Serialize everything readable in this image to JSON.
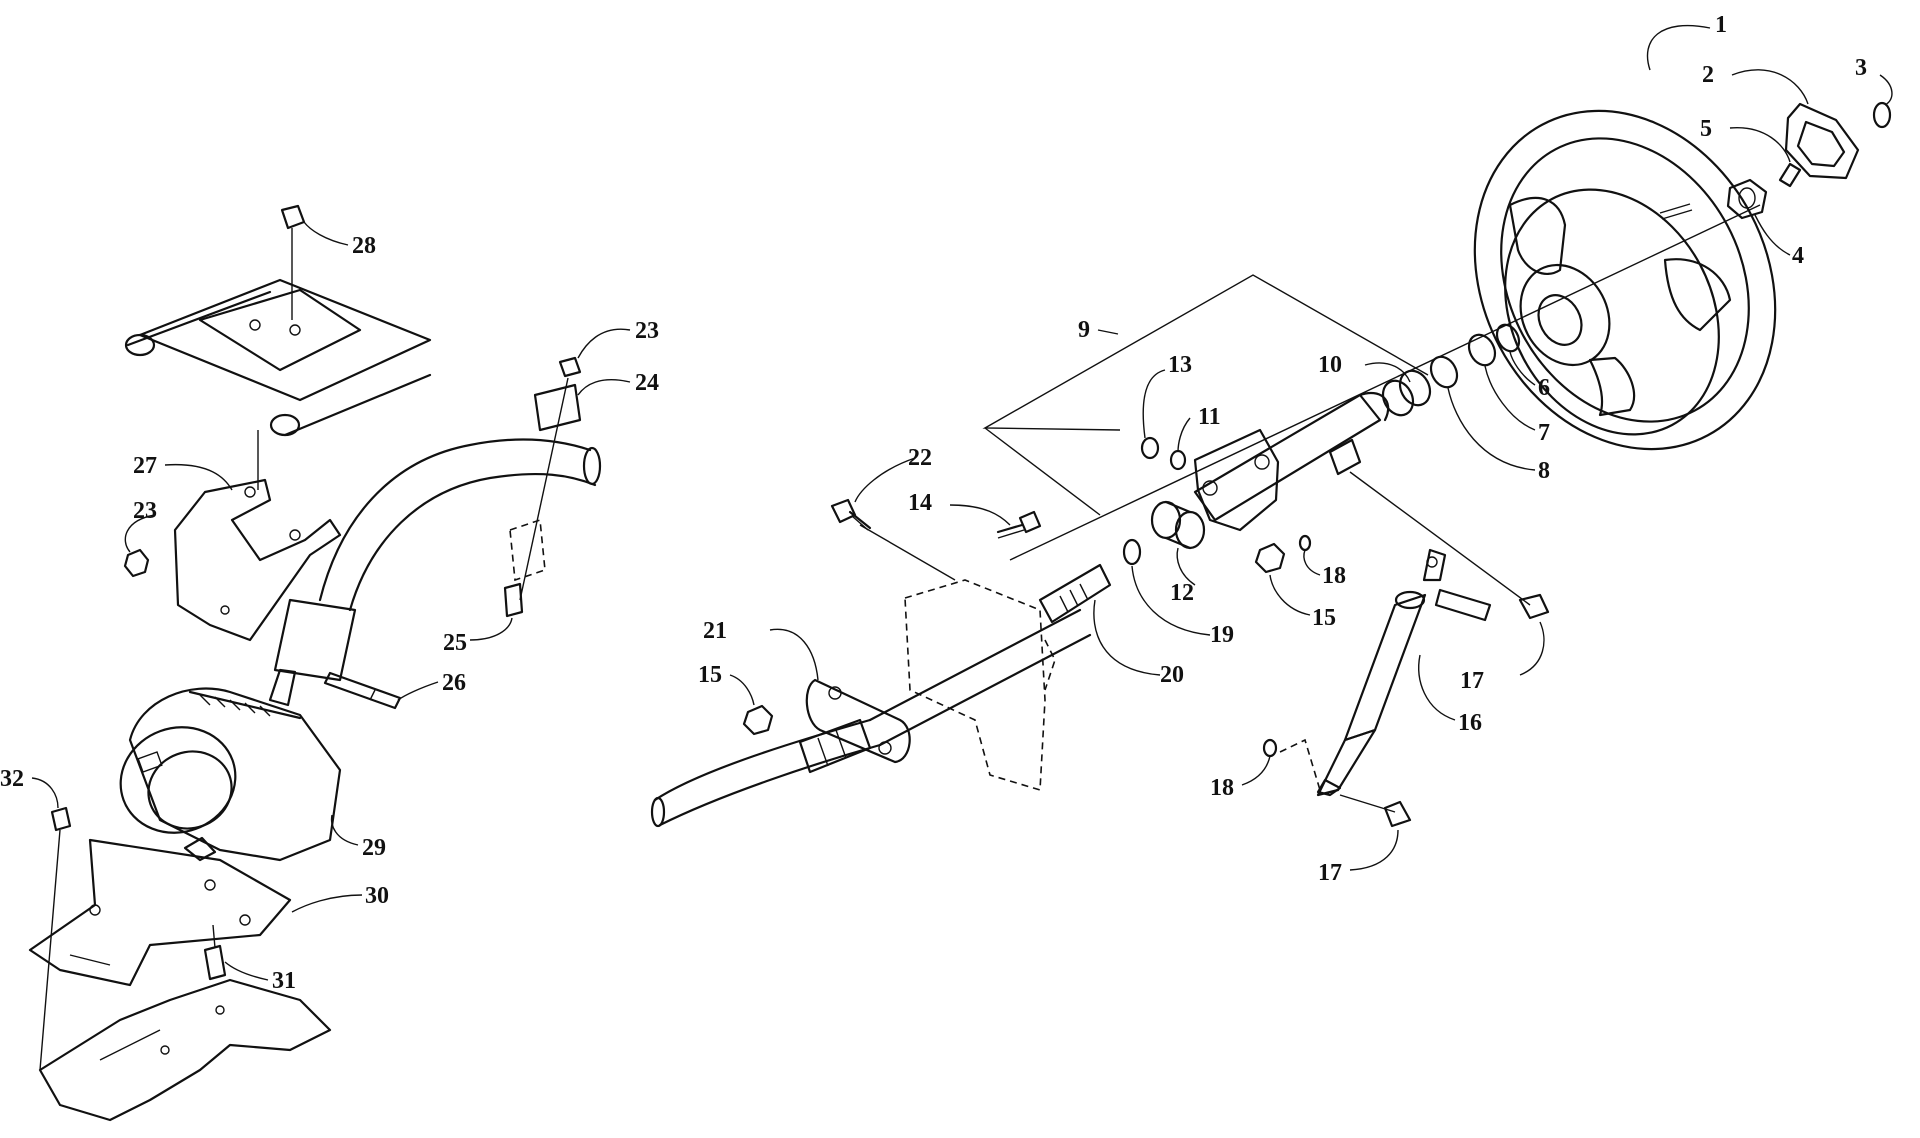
{
  "diagram": {
    "callouts": [
      {
        "id": "c1",
        "label": "1"
      },
      {
        "id": "c2",
        "label": "2"
      },
      {
        "id": "c3",
        "label": "3"
      },
      {
        "id": "c4",
        "label": "4"
      },
      {
        "id": "c5",
        "label": "5"
      },
      {
        "id": "c6",
        "label": "6"
      },
      {
        "id": "c7",
        "label": "7"
      },
      {
        "id": "c8",
        "label": "8"
      },
      {
        "id": "c9",
        "label": "9"
      },
      {
        "id": "c10",
        "label": "10"
      },
      {
        "id": "c11",
        "label": "11"
      },
      {
        "id": "c12",
        "label": "12"
      },
      {
        "id": "c13",
        "label": "13"
      },
      {
        "id": "c14",
        "label": "14"
      },
      {
        "id": "c15a",
        "label": "15"
      },
      {
        "id": "c15b",
        "label": "15"
      },
      {
        "id": "c16",
        "label": "16"
      },
      {
        "id": "c17a",
        "label": "17"
      },
      {
        "id": "c17b",
        "label": "17"
      },
      {
        "id": "c18a",
        "label": "18"
      },
      {
        "id": "c18b",
        "label": "18"
      },
      {
        "id": "c19",
        "label": "19"
      },
      {
        "id": "c20",
        "label": "20"
      },
      {
        "id": "c21",
        "label": "21"
      },
      {
        "id": "c22",
        "label": "22"
      },
      {
        "id": "c23a",
        "label": "23"
      },
      {
        "id": "c23b",
        "label": "23"
      },
      {
        "id": "c24",
        "label": "24"
      },
      {
        "id": "c25",
        "label": "25"
      },
      {
        "id": "c26",
        "label": "26"
      },
      {
        "id": "c27",
        "label": "27"
      },
      {
        "id": "c28",
        "label": "28"
      },
      {
        "id": "c29",
        "label": "29"
      },
      {
        "id": "c30",
        "label": "30"
      },
      {
        "id": "c31",
        "label": "31"
      },
      {
        "id": "c32",
        "label": "32"
      }
    ]
  }
}
